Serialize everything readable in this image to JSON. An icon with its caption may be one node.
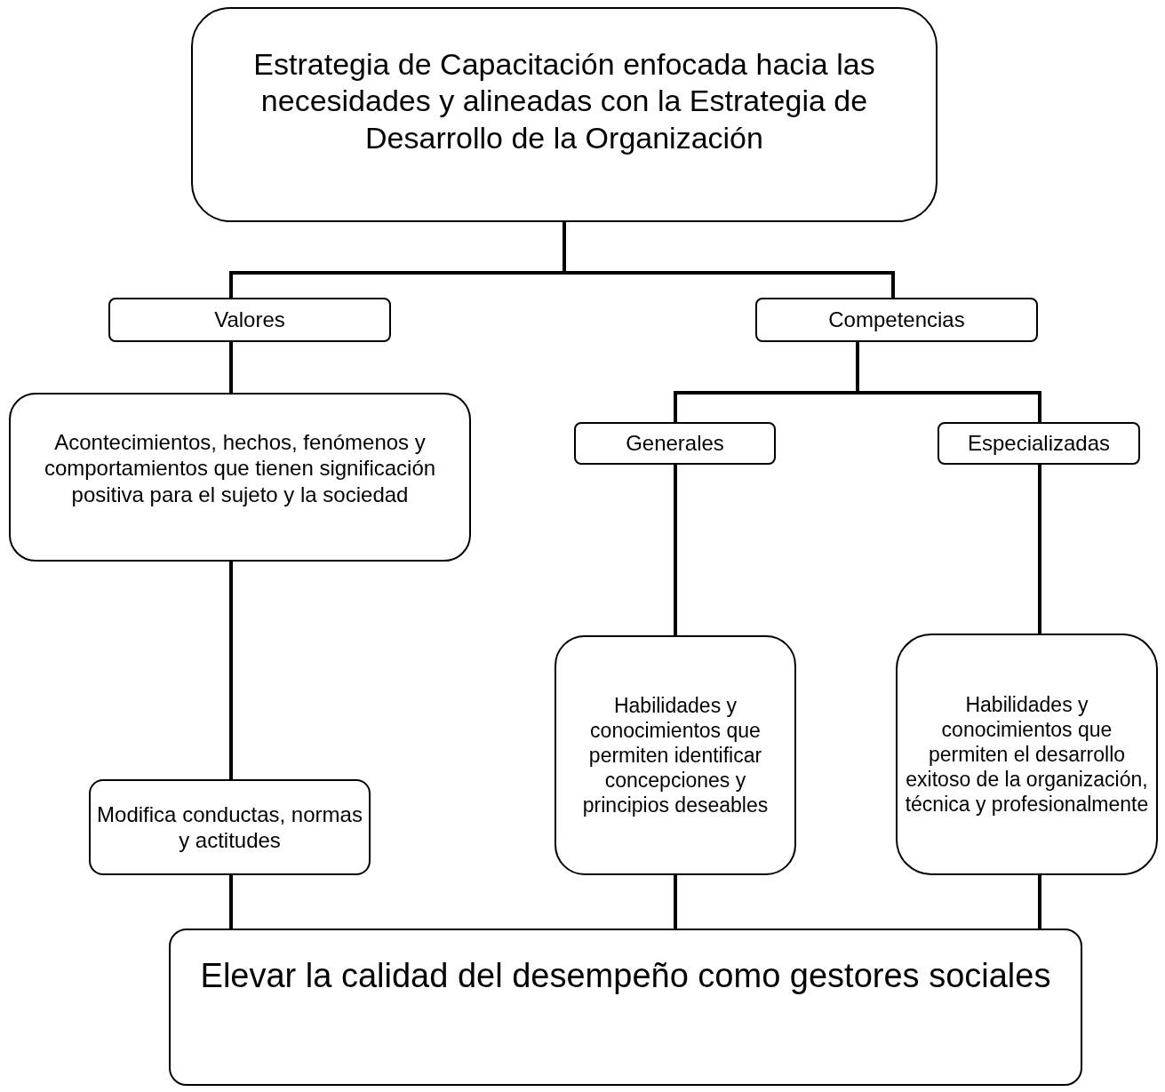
{
  "diagram": {
    "nodes": [
      {
        "text": [
          "Estrategia de Capacitación enfocada hacia las necesidades y alineadas con la Estrategia de Desarrollo de la Organización"
        ]
      },
      {
        "text": [
          "Valores"
        ]
      },
      {
        "text": [
          "Competencias"
        ]
      },
      {
        "text": [
          "Acontecimientos, hechos, fenómenos y comportamientos que tienen significación positiva para el sujeto y la sociedad"
        ]
      },
      {
        "text": [
          "Generales"
        ]
      },
      {
        "text": [
          "Especializadas"
        ]
      },
      {
        "text": [
          "Modifica conductas, normas y actitudes"
        ]
      },
      {
        "text": [
          "Habilidades y conocimientos que permiten identificar concepciones y principios deseables"
        ]
      },
      {
        "text": [
          "Habilidades y conocimientos que permiten el desarrollo exitoso de la organización, técnica y profesionalmente"
        ]
      },
      {
        "text": [
          "Elevar la calidad del desempeño como gestores sociales"
        ]
      }
    ],
    "edges": [
      {
        "from": 0,
        "to": 1,
        "arrow": "none"
      },
      {
        "from": 0,
        "to": 2,
        "arrow": "none"
      },
      {
        "from": 1,
        "to": 3,
        "arrow": "none"
      },
      {
        "from": 2,
        "to": 4,
        "arrow": "none"
      },
      {
        "from": 2,
        "to": 5,
        "arrow": "none"
      },
      {
        "from": 3,
        "to": 6,
        "arrow": "none"
      },
      {
        "from": 4,
        "to": 7,
        "arrow": "none"
      },
      {
        "from": 5,
        "to": 8,
        "arrow": "none"
      },
      {
        "from": 6,
        "to": 9,
        "arrow": "none"
      },
      {
        "from": 7,
        "to": 9,
        "arrow": "none"
      },
      {
        "from": 8,
        "to": 9,
        "arrow": "none"
      }
    ]
  }
}
